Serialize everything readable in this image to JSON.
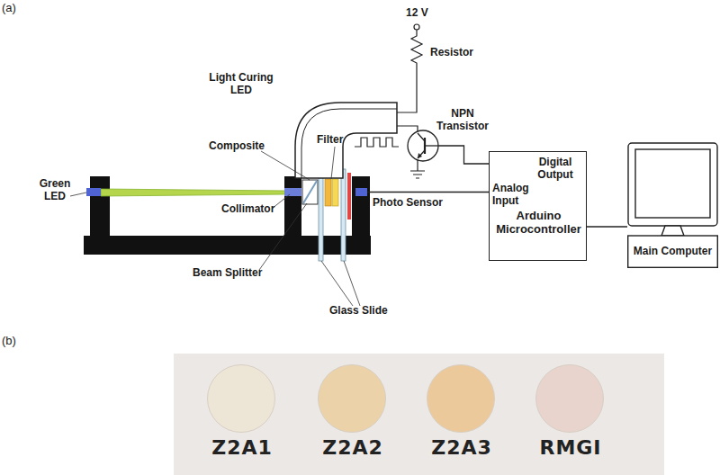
{
  "diagram": {
    "nodes": [
      {
        "text": [
          "NPN Transistor"
        ]
      },
      {
        "text": [
          "Photo Sensor"
        ]
      },
      {
        "text": [
          "Digital Output",
          "Analog Input",
          "Arduino Microcontroller"
        ]
      },
      {
        "text": [
          "Main Computer"
        ]
      },
      {
        "text": [
          "Z2A1"
        ]
      },
      {
        "text": [
          "Z2A2"
        ]
      },
      {
        "text": [
          "Z2A3"
        ]
      },
      {
        "text": [
          "RMGI"
        ]
      }
    ],
    "edges": [
      {
        "from": 2,
        "to": 0,
        "arrow": "none"
      },
      {
        "from": 1,
        "to": 2,
        "arrow": "none"
      },
      {
        "from": 2,
        "to": 3,
        "arrow": "none"
      }
    ],
    "labels": [
      "(a)",
      "12 V",
      "Resistor",
      "Light Curing LED",
      "Composite",
      "Filter",
      "Green LED",
      "Collimator",
      "Beam Splitter",
      "Glass Slide",
      "(b)"
    ]
  }
}
